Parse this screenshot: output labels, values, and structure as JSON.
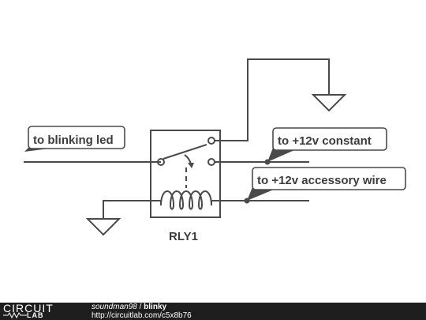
{
  "diagram": {
    "labels": {
      "blinking_led": "to blinking led",
      "constant": "to +12v constant",
      "accessory": "to +12v accessory wire"
    },
    "component_name": "RLY1"
  },
  "footer": {
    "logo_top": "CIRCUIT",
    "logo_bottom": "LAB",
    "username": "soundman98",
    "separator": " / ",
    "title": "blinky",
    "url": "http://circuitlab.com/c5x8b76"
  }
}
